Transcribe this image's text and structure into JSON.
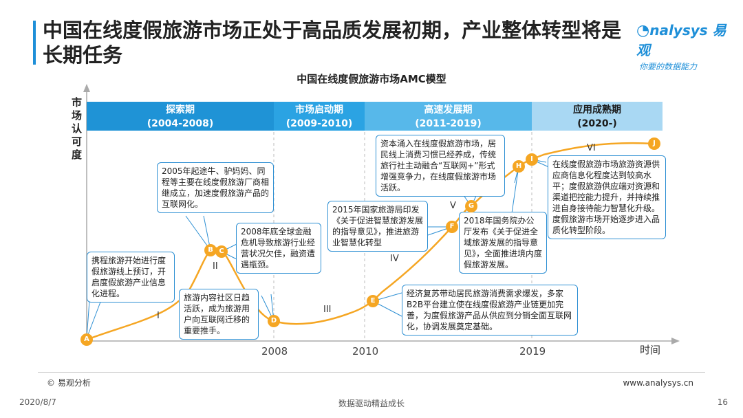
{
  "title": "中国在线度假旅游市场正处于高品质发展初期，产业整体转型将是长期任务",
  "logo": {
    "main": "nalysys 易观",
    "sub": "你要的数据能力"
  },
  "diagram_title": "中国在线度假旅游市场AMC模型",
  "y_axis_label": "市场认可度",
  "x_axis_label": "时间",
  "x_ticks": [
    "2008",
    "2010",
    "2019"
  ],
  "stages": [
    {
      "name": "探索期",
      "years": "(2004-2008)",
      "color": "#1f93d6"
    },
    {
      "name": "市场启动期",
      "years": "(2009-2010)",
      "color": "#2ba3e3"
    },
    {
      "name": "高速发展期",
      "years": "(2011-2019)",
      "color": "#57b8ea"
    },
    {
      "name": "应用成熟期",
      "years": "(2020-)",
      "color": "#a9d8f3"
    }
  ],
  "nodes": [
    "A",
    "B",
    "C",
    "D",
    "E",
    "F",
    "G",
    "H",
    "I",
    "J"
  ],
  "phases": [
    "I",
    "II",
    "III",
    "IV",
    "V",
    "VI"
  ],
  "annotations": {
    "a": "携程旅游开始进行度假旅游线上预订，开启度假旅游产业信息化进程。",
    "b": "2005年起途牛、驴妈妈、同程等主要在线度假旅游厂商相继成立，加速度假旅游产品的互联网化。",
    "c": "旅游内容社区日趋活跃，成为旅游用户向互联网迁移的重要推手。",
    "d": "2008年底全球金融危机导致旅游行业经营状况欠佳，融资遭遇瓶颈。",
    "e": "经济复苏带动居民旅游消费需求爆发，多家B2B平台建立使在线度假旅游产业链更加完善，为度假旅游产品从供应到分销全面互联网化，协调发展奠定基础。",
    "f": "2015年国家旅游局印发《关于促进智慧旅游发展的指导意见》，推进旅游业智慧化转型",
    "g": "资本涌入在线度假旅游市场，居民线上消费习惯已经养成，传统旅行社主动融合“互联网+”形式增强竞争力，在线度假旅游市场活跃。",
    "h": "2018年国务院办公厅发布《关于促进全域旅游发展的指导意见》，全面推进境内度假旅游发展。",
    "i": "在线度假旅游市场旅游资源供应商信息化程度达到较高水平；度假旅游供应端对资源和渠道把控能力提升，并持续推进自身接待能力智慧化升级。度假旅游市场开始逐步进入品质化转型阶段。"
  },
  "footer": {
    "source": "© 易观分析",
    "url": "www.analysys.cn",
    "date": "2020/8/7",
    "slogan": "数据驱动精益成长",
    "page": "16"
  }
}
